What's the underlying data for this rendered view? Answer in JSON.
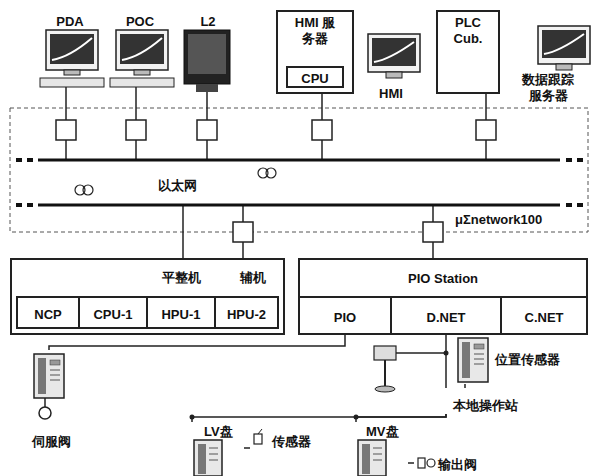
{
  "diagram": {
    "nodes": [
      {
        "text": [
          "PDA"
        ]
      },
      {
        "text": [
          "POC"
        ]
      },
      {
        "text": [
          "L2"
        ]
      },
      {
        "text": [
          "HMI 服务器"
        ]
      },
      {
        "text": [
          "CPU"
        ],
        "in": 3
      },
      {
        "text": [
          "HMI"
        ]
      },
      {
        "text": [
          "PLC Cub."
        ]
      },
      {
        "text": [
          "数据跟踪服务器"
        ]
      },
      {
        "text": [
          "平整机",
          "辅机"
        ]
      },
      {
        "text": [
          "NCP"
        ],
        "in": 8
      },
      {
        "text": [
          "CPU-1"
        ],
        "in": 8
      },
      {
        "text": [
          "HPU-1"
        ],
        "in": 8
      },
      {
        "text": [
          "HPU-2"
        ],
        "in": 8
      },
      {
        "text": [
          "PIO Station"
        ]
      },
      {
        "text": [
          "PIO"
        ],
        "in": 13
      },
      {
        "text": [
          "D.NET"
        ],
        "in": 13
      },
      {
        "text": [
          "C.NET"
        ],
        "in": 13
      },
      {
        "text": [
          "伺服阀"
        ]
      },
      {
        "text": [
          "位置传感器"
        ]
      },
      {
        "text": [
          "本地操作站"
        ]
      },
      {
        "text": [
          "LV盘"
        ]
      },
      {
        "text": [
          "传感器"
        ]
      },
      {
        "text": [
          "MV盘"
        ]
      },
      {
        "text": [
          "输出阀"
        ]
      }
    ],
    "edges": [
      {
        "from": 14,
        "to": 17,
        "arrow": "none"
      },
      {
        "from": 15,
        "to": 19,
        "arrow": "none"
      },
      {
        "from": 18,
        "to": 19,
        "arrow": "none"
      },
      {
        "from": 19,
        "to": 20,
        "arrow": "none"
      },
      {
        "from": 19,
        "to": 22,
        "arrow": "none"
      },
      {
        "from": 20,
        "to": 21,
        "arrow": "none"
      },
      {
        "from": 22,
        "to": 23,
        "arrow": "none"
      }
    ],
    "labels": [
      "以太网",
      "μΣnetwork100"
    ]
  }
}
